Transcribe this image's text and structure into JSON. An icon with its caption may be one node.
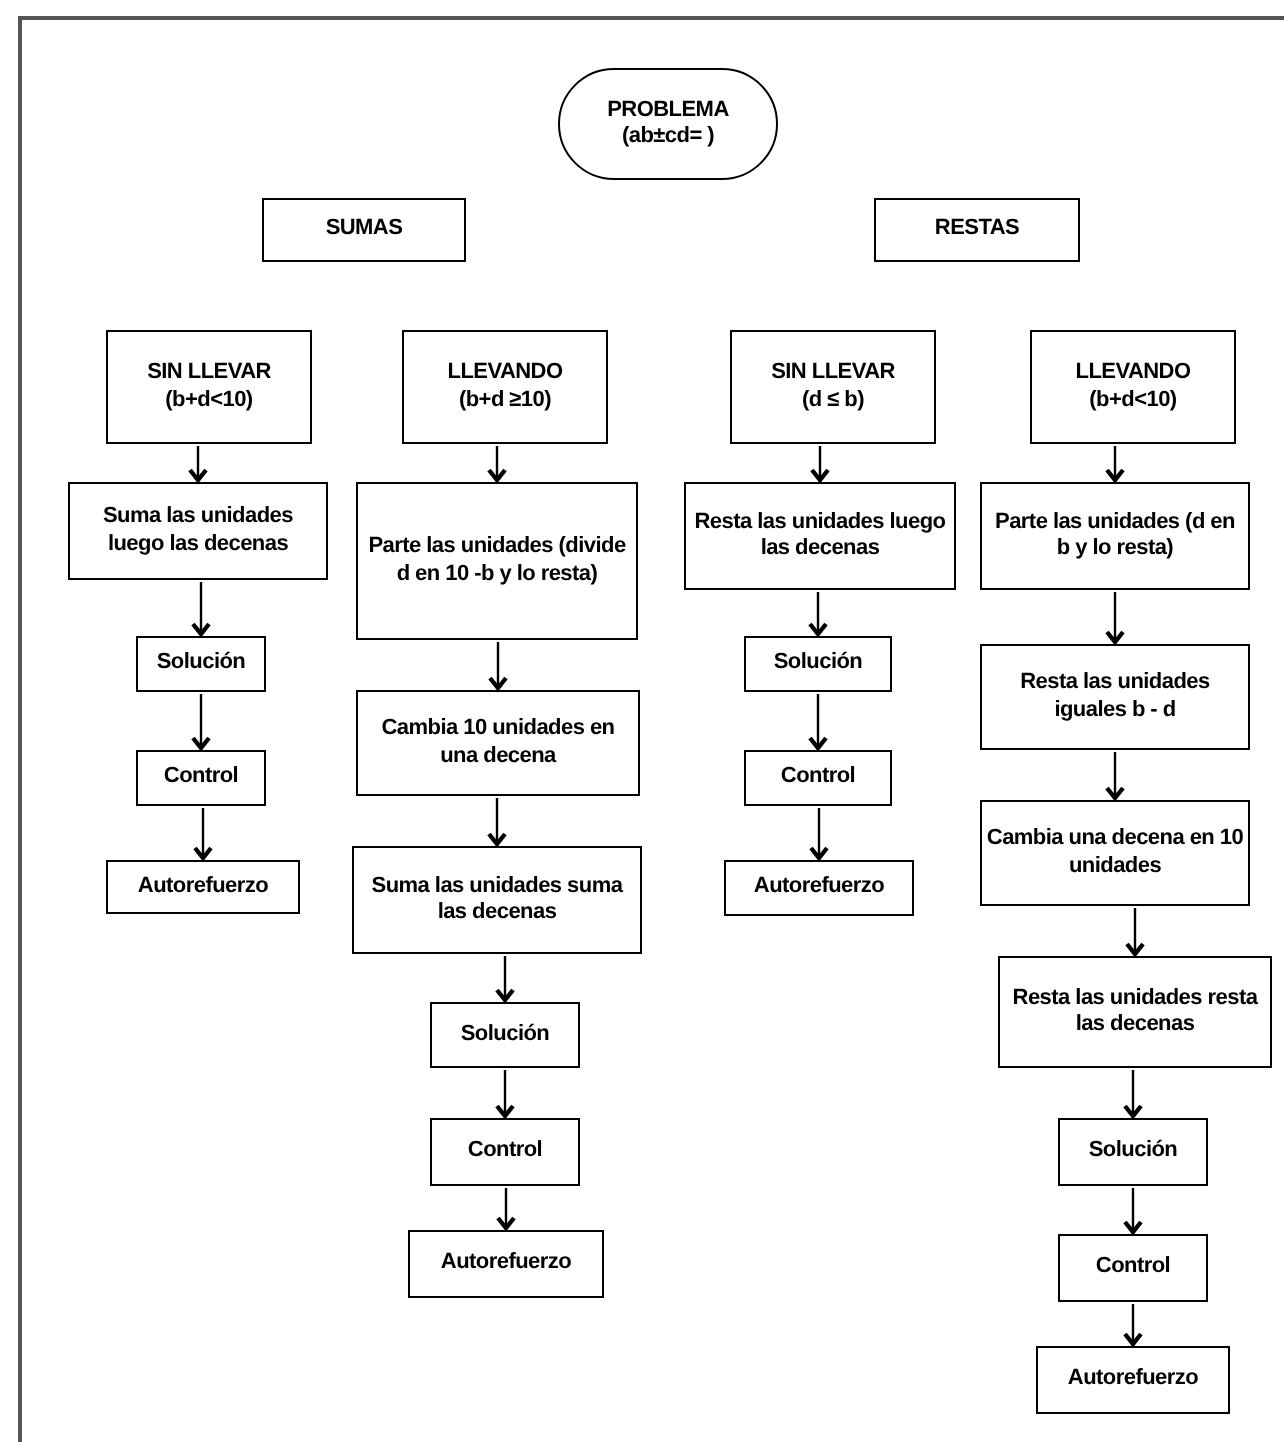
{
  "diagram": {
    "nodes": [
      {
        "text": [
          "PROBLEMA",
          "(ab±cd= )"
        ]
      },
      {
        "text": [
          "SUMAS"
        ]
      },
      {
        "text": [
          "RESTAS"
        ]
      },
      {
        "text": [
          "SIN LLEVAR",
          "(b+d<10)"
        ]
      },
      {
        "text": [
          "Suma las unidades luego las decenas"
        ]
      },
      {
        "text": [
          "Solución"
        ]
      },
      {
        "text": [
          "Control"
        ]
      },
      {
        "text": [
          "Autorefuerzo"
        ]
      },
      {
        "text": [
          "LLEVANDO",
          "(b+d ≥10)"
        ]
      },
      {
        "text": [
          "Parte las unidades (divide d en 10 -b y lo resta)"
        ]
      },
      {
        "text": [
          "Cambia 10 unidades en una decena"
        ]
      },
      {
        "text": [
          "Suma las unidades suma las decenas"
        ]
      },
      {
        "text": [
          "Solución"
        ]
      },
      {
        "text": [
          "Control"
        ]
      },
      {
        "text": [
          "Autorefuerzo"
        ]
      },
      {
        "text": [
          "SIN LLEVAR",
          "(d ≤ b)"
        ]
      },
      {
        "text": [
          "Resta las unidades luego las decenas"
        ]
      },
      {
        "text": [
          "Solución"
        ]
      },
      {
        "text": [
          "Control"
        ]
      },
      {
        "text": [
          "Autorefuerzo"
        ]
      },
      {
        "text": [
          "LLEVANDO",
          "(b+d<10)"
        ]
      },
      {
        "text": [
          "Parte las unidades (d en b y lo resta)"
        ]
      },
      {
        "text": [
          "Resta las unidades iguales b - d"
        ]
      },
      {
        "text": [
          "Cambia una decena en 10 unidades"
        ]
      },
      {
        "text": [
          "Resta las unidades resta las decenas"
        ]
      },
      {
        "text": [
          "Solución"
        ]
      },
      {
        "text": [
          "Control"
        ]
      },
      {
        "text": [
          "Autorefuerzo"
        ]
      }
    ],
    "edges": [
      {
        "from": 3,
        "to": 4,
        "arrow": "to"
      },
      {
        "from": 4,
        "to": 5,
        "arrow": "to"
      },
      {
        "from": 5,
        "to": 6,
        "arrow": "to"
      },
      {
        "from": 6,
        "to": 7,
        "arrow": "to"
      },
      {
        "from": 8,
        "to": 9,
        "arrow": "to"
      },
      {
        "from": 9,
        "to": 10,
        "arrow": "to"
      },
      {
        "from": 10,
        "to": 11,
        "arrow": "to"
      },
      {
        "from": 11,
        "to": 12,
        "arrow": "to"
      },
      {
        "from": 12,
        "to": 13,
        "arrow": "to"
      },
      {
        "from": 13,
        "to": 14,
        "arrow": "to"
      },
      {
        "from": 15,
        "to": 16,
        "arrow": "to"
      },
      {
        "from": 16,
        "to": 17,
        "arrow": "to"
      },
      {
        "from": 17,
        "to": 18,
        "arrow": "to"
      },
      {
        "from": 18,
        "to": 19,
        "arrow": "to"
      },
      {
        "from": 20,
        "to": 21,
        "arrow": "to"
      },
      {
        "from": 21,
        "to": 22,
        "arrow": "to"
      },
      {
        "from": 22,
        "to": 23,
        "arrow": "to"
      },
      {
        "from": 23,
        "to": 24,
        "arrow": "to"
      },
      {
        "from": 24,
        "to": 25,
        "arrow": "to"
      },
      {
        "from": 25,
        "to": 26,
        "arrow": "to"
      },
      {
        "from": 26,
        "to": 27,
        "arrow": "to"
      }
    ]
  }
}
